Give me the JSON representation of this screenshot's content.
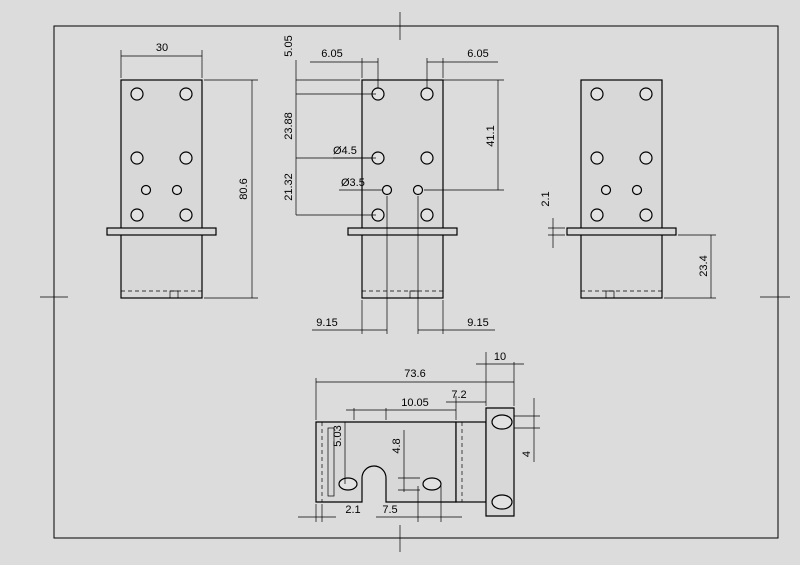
{
  "diagram": {
    "sheet_colors": {
      "background": "#dcdcdc",
      "border": "#000000",
      "part_fill": "#d8d8d8"
    },
    "labels": {
      "d30": "30",
      "d80_6": "80.6",
      "d5_05": "5.05",
      "d6_05a": "6.05",
      "d6_05b": "6.05",
      "d23_88": "23.88",
      "d21_32": "21.32",
      "d41_1": "41.1",
      "d4_5": "Ø4.5",
      "d3_5": "Ø3.5",
      "d9_15a": "9.15",
      "d9_15b": "9.15",
      "d2_1": "2.1",
      "d23_4": "23.4",
      "d73_6": "73.6",
      "d10": "10",
      "d7_2": "7.2",
      "d10_05": "10.05",
      "d5_03": "5.03",
      "d4_8": "4.8",
      "d4": "4",
      "d2_1b": "2.1",
      "d7_5": "7.5"
    }
  }
}
